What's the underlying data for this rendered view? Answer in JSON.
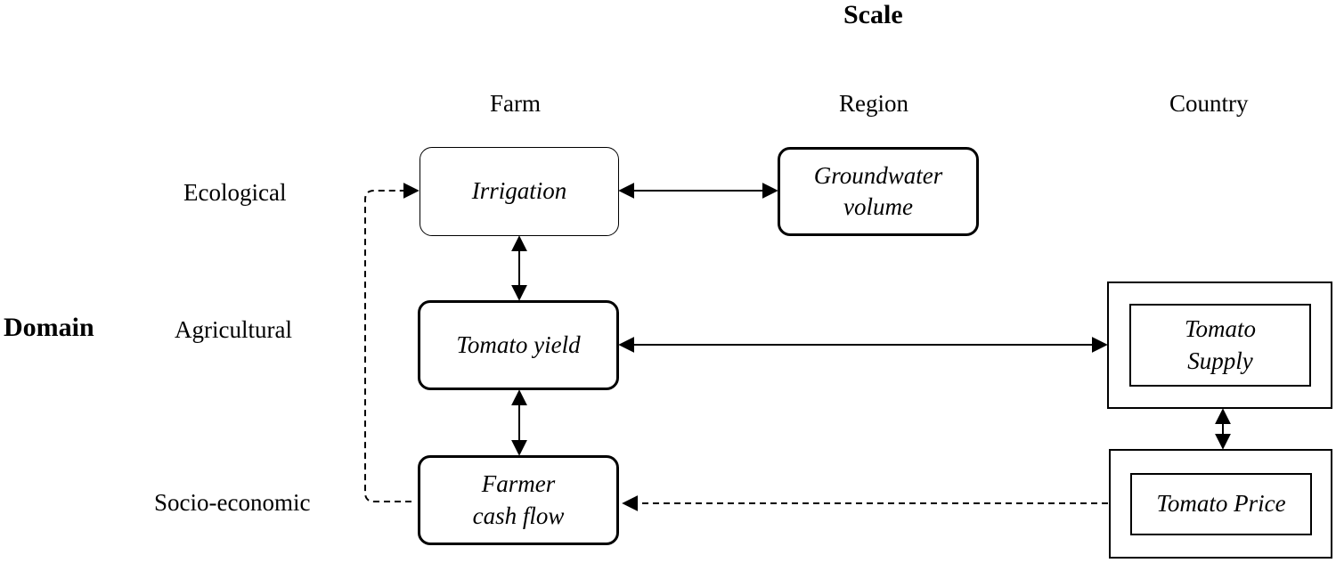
{
  "titles": {
    "scale": "Scale",
    "domain": "Domain"
  },
  "columns": {
    "farm": "Farm",
    "region": "Region",
    "country": "Country"
  },
  "rows": {
    "ecological": "Ecological",
    "agricultural": "Agricultural",
    "socio_economic": "Socio-economic"
  },
  "nodes": {
    "irrigation": {
      "line1": "Irrigation"
    },
    "groundwater": {
      "line1": "Groundwater",
      "line2": "volume"
    },
    "tomato_yield": {
      "line1": "Tomato yield"
    },
    "farmer_cash_flow": {
      "line1": "Farmer",
      "line2": "cash flow"
    },
    "tomato_supply": {
      "line1": "Tomato",
      "line2": "Supply"
    },
    "tomato_price": {
      "line1": "Tomato Price"
    }
  },
  "edges": [
    {
      "from": "irrigation",
      "to": "groundwater",
      "style": "solid",
      "direction": "both"
    },
    {
      "from": "irrigation",
      "to": "tomato_yield",
      "style": "solid",
      "direction": "both"
    },
    {
      "from": "tomato_yield",
      "to": "farmer_cash_flow",
      "style": "solid",
      "direction": "both"
    },
    {
      "from": "tomato_yield",
      "to": "tomato_supply",
      "style": "solid",
      "direction": "both"
    },
    {
      "from": "tomato_supply",
      "to": "tomato_price",
      "style": "solid",
      "direction": "both"
    },
    {
      "from": "tomato_price",
      "to": "farmer_cash_flow",
      "style": "dashed",
      "direction": "forward"
    },
    {
      "from": "farmer_cash_flow",
      "to": "irrigation",
      "style": "dashed",
      "direction": "forward"
    }
  ]
}
